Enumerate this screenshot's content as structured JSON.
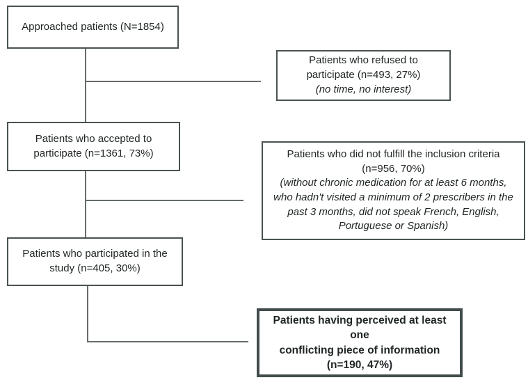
{
  "colors": {
    "background": "#ffffff",
    "box_border": "#4a5252",
    "emphasis_border": "#434c4c",
    "connector": "#666c6c",
    "text": "#1f2424"
  },
  "flow": {
    "approached": {
      "lines": [
        "Approached patients (N=1854)"
      ]
    },
    "refused": {
      "lines": [
        "Patients who refused to",
        "participate (n=493, 27%)"
      ],
      "note": [
        "(no time, no interest)"
      ]
    },
    "accepted": {
      "lines": [
        "Patients who accepted to",
        "participate (n=1361, 73%)"
      ]
    },
    "excluded": {
      "lines": [
        "Patients who did not fulfill the inclusion criteria",
        "(n=956, 70%)"
      ],
      "note": [
        "(without chronic medication for at least 6 months,",
        "who hadn't visited a minimum of 2 prescribers in the",
        "past 3 months, did not speak French, English,",
        "Portuguese or Spanish)"
      ]
    },
    "participated": {
      "lines": [
        "Patients who participated in the",
        "study (n=405, 30%)"
      ]
    },
    "outcome": {
      "lines": [
        "Patients having perceived at least one",
        "conflicting piece of information",
        "(n=190, 47%)"
      ]
    }
  }
}
